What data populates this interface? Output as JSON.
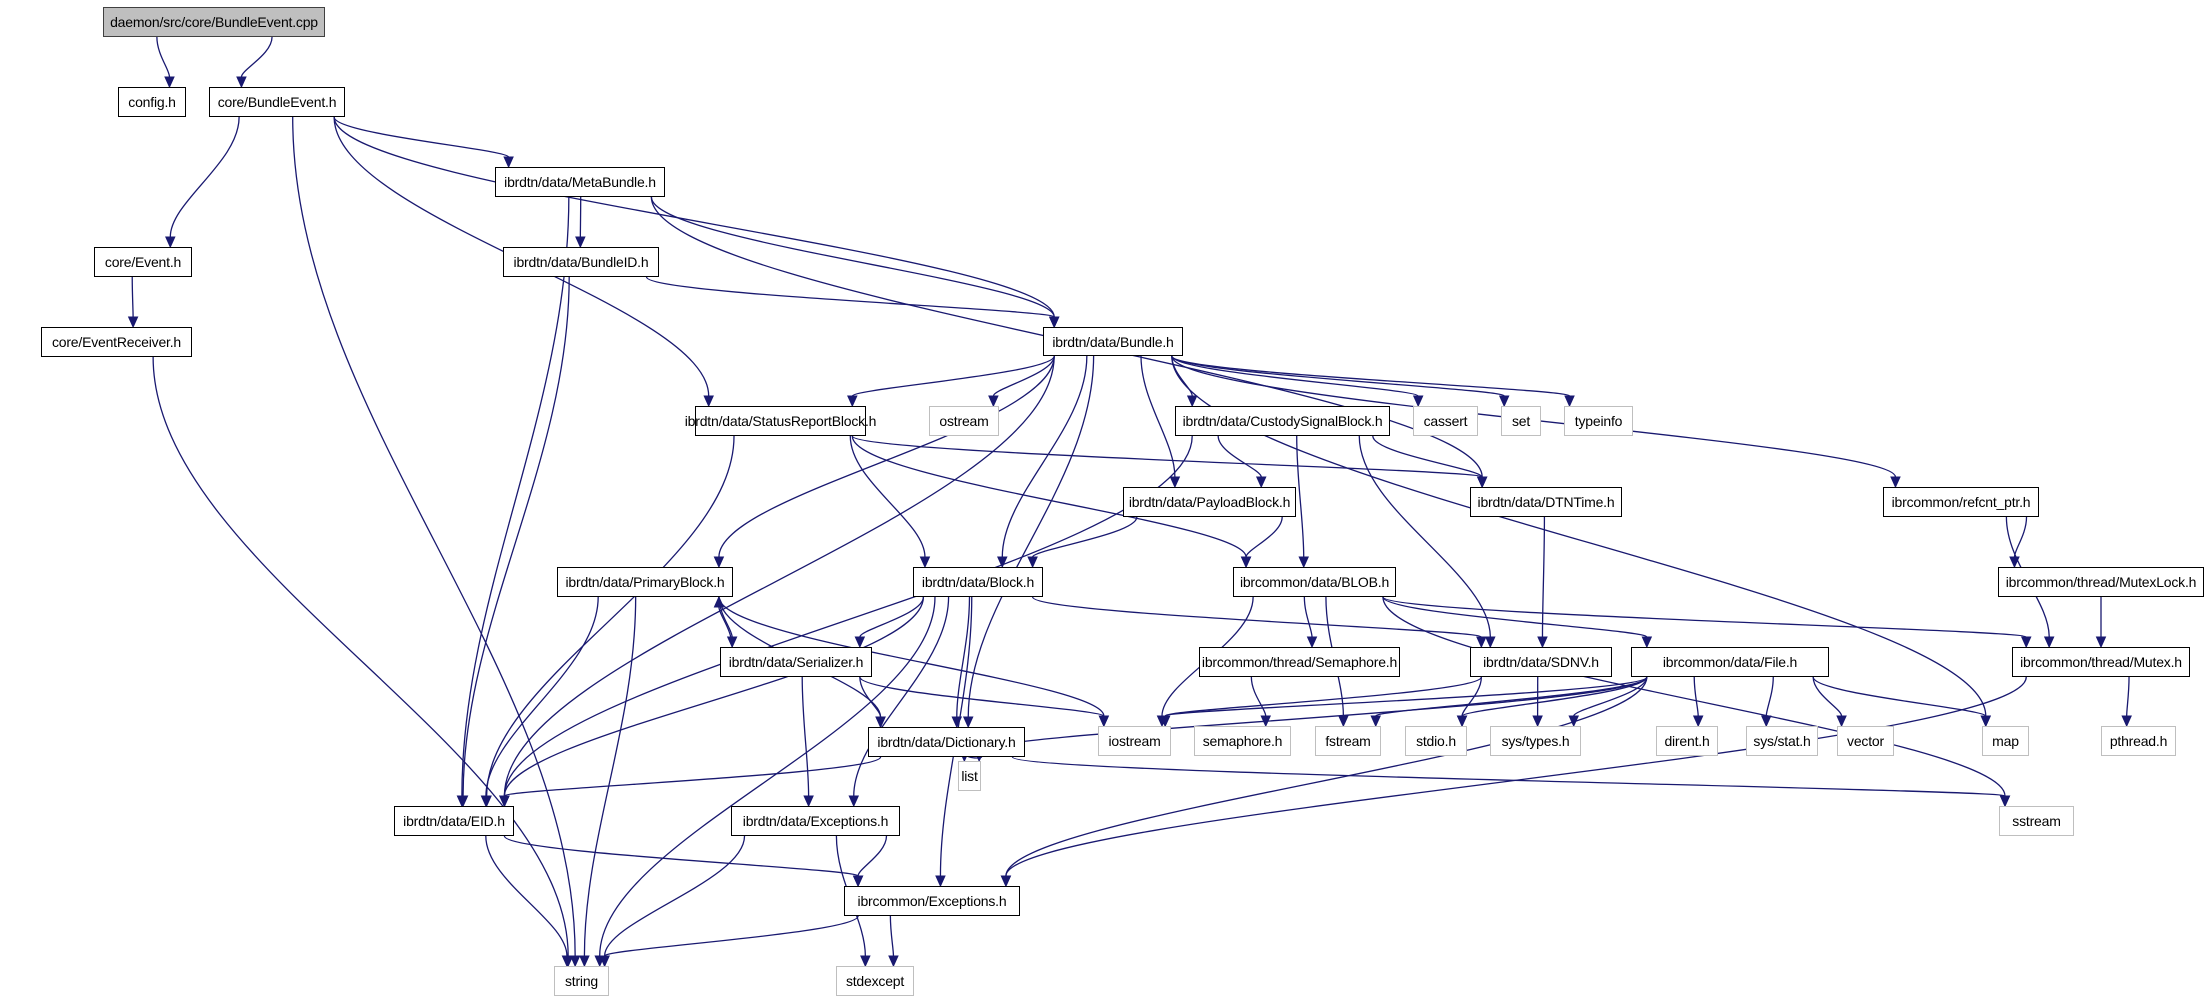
{
  "diagram": {
    "type": "include-dependency-graph",
    "root": "daemon/src/core/BundleEvent.cpp",
    "colors": {
      "edge": "#191970",
      "root_fill": "#bfbfbf",
      "project_border": "#000000",
      "system_border": "#bfbfbf"
    },
    "nodes": [
      {
        "id": "cpp",
        "label": "daemon/src/core/BundleEvent.cpp",
        "kind": "root"
      },
      {
        "id": "config",
        "label": "config.h",
        "kind": "project"
      },
      {
        "id": "bevent",
        "label": "core/BundleEvent.h",
        "kind": "project"
      },
      {
        "id": "metabundle",
        "label": "ibrdtn/data/MetaBundle.h",
        "kind": "project"
      },
      {
        "id": "event",
        "label": "core/Event.h",
        "kind": "project"
      },
      {
        "id": "bundleid",
        "label": "ibrdtn/data/BundleID.h",
        "kind": "project"
      },
      {
        "id": "receiver",
        "label": "core/EventReceiver.h",
        "kind": "project"
      },
      {
        "id": "bundle",
        "label": "ibrdtn/data/Bundle.h",
        "kind": "project"
      },
      {
        "id": "statusreport",
        "label": "ibrdtn/data/StatusReportBlock.h",
        "kind": "project"
      },
      {
        "id": "ostream",
        "label": "ostream",
        "kind": "system"
      },
      {
        "id": "custody",
        "label": "ibrdtn/data/CustodySignalBlock.h",
        "kind": "project"
      },
      {
        "id": "cassert",
        "label": "cassert",
        "kind": "system"
      },
      {
        "id": "set",
        "label": "set",
        "kind": "system"
      },
      {
        "id": "typeinfo",
        "label": "typeinfo",
        "kind": "system"
      },
      {
        "id": "payload",
        "label": "ibrdtn/data/PayloadBlock.h",
        "kind": "project"
      },
      {
        "id": "dtntime",
        "label": "ibrdtn/data/DTNTime.h",
        "kind": "project"
      },
      {
        "id": "refcnt",
        "label": "ibrcommon/refcnt_ptr.h",
        "kind": "project"
      },
      {
        "id": "primary",
        "label": "ibrdtn/data/PrimaryBlock.h",
        "kind": "project"
      },
      {
        "id": "block",
        "label": "ibrdtn/data/Block.h",
        "kind": "project"
      },
      {
        "id": "blob",
        "label": "ibrcommon/data/BLOB.h",
        "kind": "project"
      },
      {
        "id": "mutexlock",
        "label": "ibrcommon/thread/MutexLock.h",
        "kind": "project"
      },
      {
        "id": "serializer",
        "label": "ibrdtn/data/Serializer.h",
        "kind": "project"
      },
      {
        "id": "semaphore",
        "label": "ibrcommon/thread/Semaphore.h",
        "kind": "project"
      },
      {
        "id": "sdnv",
        "label": "ibrdtn/data/SDNV.h",
        "kind": "project"
      },
      {
        "id": "file",
        "label": "ibrcommon/data/File.h",
        "kind": "project"
      },
      {
        "id": "mutex",
        "label": "ibrcommon/thread/Mutex.h",
        "kind": "project"
      },
      {
        "id": "dictionary",
        "label": "ibrdtn/data/Dictionary.h",
        "kind": "project"
      },
      {
        "id": "iostream",
        "label": "iostream",
        "kind": "system"
      },
      {
        "id": "semaphore_h",
        "label": "semaphore.h",
        "kind": "system"
      },
      {
        "id": "fstream",
        "label": "fstream",
        "kind": "system"
      },
      {
        "id": "stdio",
        "label": "stdio.h",
        "kind": "system"
      },
      {
        "id": "systypes",
        "label": "sys/types.h",
        "kind": "system"
      },
      {
        "id": "dirent",
        "label": "dirent.h",
        "kind": "system"
      },
      {
        "id": "sysstat",
        "label": "sys/stat.h",
        "kind": "system"
      },
      {
        "id": "vector",
        "label": "vector",
        "kind": "system"
      },
      {
        "id": "map",
        "label": "map",
        "kind": "system"
      },
      {
        "id": "pthread",
        "label": "pthread.h",
        "kind": "system"
      },
      {
        "id": "list",
        "label": "list",
        "kind": "system"
      },
      {
        "id": "eid",
        "label": "ibrdtn/data/EID.h",
        "kind": "project"
      },
      {
        "id": "exceptions",
        "label": "ibrdtn/data/Exceptions.h",
        "kind": "project"
      },
      {
        "id": "sstream",
        "label": "sstream",
        "kind": "system"
      },
      {
        "id": "icexceptions",
        "label": "ibrcommon/Exceptions.h",
        "kind": "project"
      },
      {
        "id": "string",
        "label": "string",
        "kind": "system"
      },
      {
        "id": "stdexcept",
        "label": "stdexcept",
        "kind": "system"
      }
    ],
    "edges": [
      [
        "cpp",
        "config"
      ],
      [
        "cpp",
        "bevent"
      ],
      [
        "bevent",
        "string"
      ],
      [
        "bevent",
        "event"
      ],
      [
        "bevent",
        "statusreport"
      ],
      [
        "bevent",
        "metabundle"
      ],
      [
        "bevent",
        "bundle"
      ],
      [
        "metabundle",
        "eid"
      ],
      [
        "metabundle",
        "bundleid"
      ],
      [
        "metabundle",
        "bundle"
      ],
      [
        "metabundle",
        "dtntime"
      ],
      [
        "bundleid",
        "eid"
      ],
      [
        "bundleid",
        "bundle"
      ],
      [
        "event",
        "receiver"
      ],
      [
        "receiver",
        "string"
      ],
      [
        "bundle",
        "eid"
      ],
      [
        "bundle",
        "primary"
      ],
      [
        "bundle",
        "statusreport"
      ],
      [
        "bundle",
        "ostream"
      ],
      [
        "bundle",
        "block"
      ],
      [
        "bundle",
        "dictionary"
      ],
      [
        "bundle",
        "payload"
      ],
      [
        "bundle",
        "custody"
      ],
      [
        "bundle",
        "cassert"
      ],
      [
        "bundle",
        "set"
      ],
      [
        "bundle",
        "typeinfo"
      ],
      [
        "bundle",
        "map"
      ],
      [
        "bundle",
        "refcnt"
      ],
      [
        "statusreport",
        "eid"
      ],
      [
        "statusreport",
        "block"
      ],
      [
        "statusreport",
        "blob"
      ],
      [
        "statusreport",
        "dtntime"
      ],
      [
        "custody",
        "eid"
      ],
      [
        "custody",
        "payload"
      ],
      [
        "custody",
        "blob"
      ],
      [
        "custody",
        "sdnv"
      ],
      [
        "custody",
        "dtntime"
      ],
      [
        "payload",
        "block"
      ],
      [
        "payload",
        "blob"
      ],
      [
        "dtntime",
        "sdnv"
      ],
      [
        "refcnt",
        "mutex"
      ],
      [
        "refcnt",
        "mutexlock"
      ],
      [
        "mutexlock",
        "mutex"
      ],
      [
        "primary",
        "eid"
      ],
      [
        "primary",
        "string"
      ],
      [
        "primary",
        "serializer"
      ],
      [
        "primary",
        "dictionary"
      ],
      [
        "primary",
        "iostream"
      ],
      [
        "block",
        "eid"
      ],
      [
        "block",
        "string"
      ],
      [
        "block",
        "serializer"
      ],
      [
        "block",
        "dictionary"
      ],
      [
        "block",
        "exceptions"
      ],
      [
        "block",
        "icexceptions"
      ],
      [
        "block",
        "sdnv"
      ],
      [
        "serializer",
        "primary"
      ],
      [
        "serializer",
        "dictionary"
      ],
      [
        "serializer",
        "exceptions"
      ],
      [
        "serializer",
        "iostream"
      ],
      [
        "blob",
        "iostream"
      ],
      [
        "blob",
        "semaphore"
      ],
      [
        "blob",
        "fstream"
      ],
      [
        "blob",
        "file"
      ],
      [
        "blob",
        "mutex"
      ],
      [
        "blob",
        "sstream"
      ],
      [
        "semaphore",
        "semaphore_h"
      ],
      [
        "sdnv",
        "iostream"
      ],
      [
        "sdnv",
        "stdio"
      ],
      [
        "sdnv",
        "systypes"
      ],
      [
        "file",
        "iostream"
      ],
      [
        "file",
        "fstream"
      ],
      [
        "file",
        "stdio"
      ],
      [
        "file",
        "systypes"
      ],
      [
        "file",
        "dirent"
      ],
      [
        "file",
        "sysstat"
      ],
      [
        "file",
        "vector"
      ],
      [
        "file",
        "map"
      ],
      [
        "file",
        "list"
      ],
      [
        "file",
        "icexceptions"
      ],
      [
        "mutex",
        "pthread"
      ],
      [
        "mutex",
        "icexceptions"
      ],
      [
        "dictionary",
        "eid"
      ],
      [
        "dictionary",
        "list"
      ],
      [
        "dictionary",
        "sstream"
      ],
      [
        "eid",
        "string"
      ],
      [
        "eid",
        "icexceptions"
      ],
      [
        "exceptions",
        "string"
      ],
      [
        "exceptions",
        "stdexcept"
      ],
      [
        "exceptions",
        "icexceptions"
      ],
      [
        "icexceptions",
        "string"
      ],
      [
        "icexceptions",
        "stdexcept"
      ]
    ]
  }
}
